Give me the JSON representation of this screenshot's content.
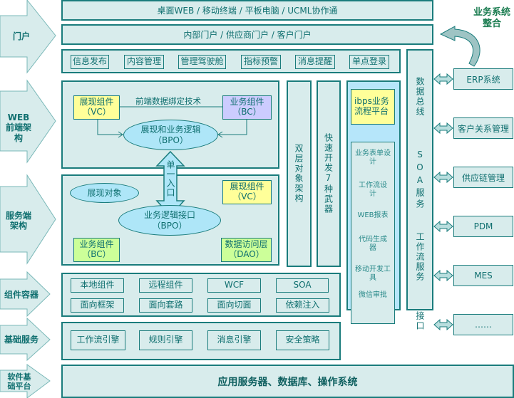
{
  "layers": {
    "portal": "门户",
    "web_frontend": "WEB前端架构",
    "server": "服务端架构",
    "container": "组件容器",
    "base_service": "基础服务",
    "platform": "软件基础平台"
  },
  "portal": {
    "channels": "桌面WEB / 移动终端 / 平板电脑 / UCML协作通",
    "portals": "内部门户 / 供应商门户 / 客户门户",
    "features": [
      "信息发布",
      "内容管理",
      "管理驾驶舱",
      "指标预警",
      "消息提醒",
      "单点登录"
    ]
  },
  "web_frontend": {
    "binding_tech": "前端数据绑定技术",
    "vc": {
      "name": "展现组件",
      "code": "（VC）"
    },
    "bc": {
      "name": "业务组件",
      "code": "（BC）"
    },
    "bpo": {
      "name": "展现和业务逻辑",
      "code": "（BPO）"
    }
  },
  "single_entry": "单一入口",
  "server": {
    "view_object": "展现对象",
    "vc": {
      "name": "展现组件",
      "code": "（VC）"
    },
    "bpo": {
      "name": "业务逻辑接口",
      "code": "（BPO）"
    },
    "bc": {
      "name": "业务组件",
      "code": "（BC）"
    },
    "dao": {
      "name": "数据访问层",
      "code": "（DAO）"
    }
  },
  "columns": {
    "two_layer": "双层对象架构",
    "seven_weapons": "快速开发7种武器"
  },
  "ibps": {
    "title": "ibps业务流程平台",
    "items": [
      "业务表单设计",
      "工作流设计",
      "WEB报表",
      "代码生成器",
      "移动开发工具",
      "微信审批"
    ]
  },
  "bus": {
    "part1": "数据总线",
    "part2": "SOA服务",
    "part3": "工作流服务",
    "part4": "接口"
  },
  "integration_title": "业务系统整合",
  "external_systems": [
    "ERP系统",
    "客户关系管理",
    "供应链管理",
    "PDM",
    "MES",
    "……"
  ],
  "container": {
    "row1": [
      "本地组件",
      "远程组件",
      "WCF",
      "SOA"
    ],
    "row2": [
      "面向框架",
      "面向套路",
      "面向切面",
      "依赖注入"
    ]
  },
  "base_service": [
    "工作流引擎",
    "规则引擎",
    "消息引擎",
    "安全策略"
  ],
  "platform": "应用服务器、数据库、操作系统",
  "colors": {
    "panel_bg": "#d8ecec",
    "border": "#1a7c7c",
    "text": "#0f6f6f",
    "yellow": "#ffff99",
    "purple": "#ccccff",
    "green": "#ccff99",
    "light_blue": "#aee6f8"
  }
}
